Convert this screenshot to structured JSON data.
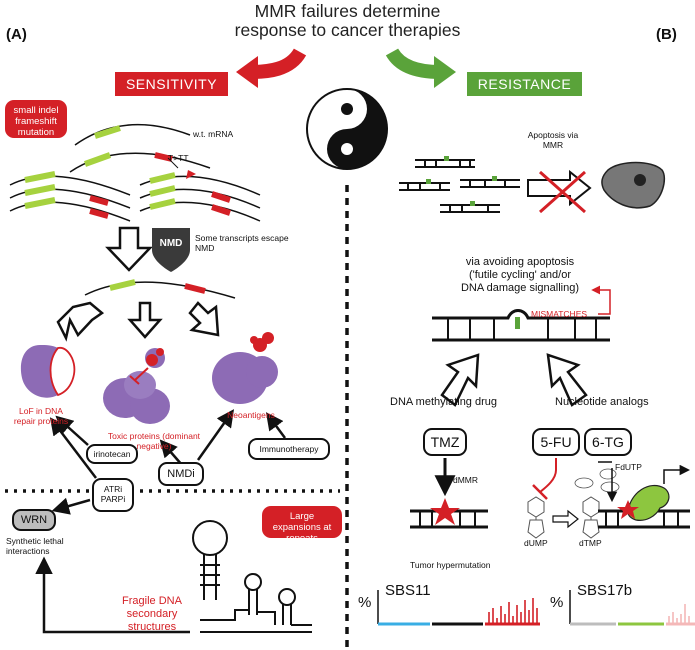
{
  "title_line1": "MMR failures determine",
  "title_line2": "response to cancer therapies",
  "panel_a": "(A)",
  "panel_b": "(B)",
  "sensitivity": "SENSITIVITY",
  "resistance": "RESISTANCE",
  "colors": {
    "red": "#d42026",
    "green": "#5aa33a",
    "purple": "#8d6bb5",
    "lime": "#a6d23f",
    "blue": "#38aee4",
    "grey": "#bdbdbd"
  },
  "left": {
    "indel_pill": "small indel frameshift mutation",
    "wt_mrna": "w.t. mRNA",
    "mutation": "T>TT",
    "nmd": "NMD",
    "escape": "Some transcripts escape NMD",
    "lof": "LoF in DNA repair proteins",
    "toxic": "Toxic proteins (dominant negative)",
    "neoantigens": "Neoantigens",
    "irinotecan": "irinotecan",
    "nmdi": "NMDi",
    "immunotherapy": "Immunotherapy",
    "atri": "ATRi",
    "parpi": "PARPi",
    "wrn": "WRN",
    "synthetic": "Synthetic lethal interactions",
    "large_pill": "Large expansions at repeats",
    "fragile": "Fragile DNA secondary structures"
  },
  "right": {
    "apoptosis_mmr": "Apoptosis via MMR",
    "avoid_line1": "via avoiding apoptosis",
    "avoid_line2": "('futile cycling' and/or",
    "avoid_line3": "DNA damage signalling)",
    "mismatches": "MISMATCHES",
    "dna_meth": "DNA methylating drug",
    "nucleotide": "Nucleotide analogs",
    "tmz": "TMZ",
    "fu": "5-FU",
    "tg": "6-TG",
    "dmmr": "dMMR",
    "fdutp": "FdUTP",
    "dump": "dUMP",
    "dtmp": "dTMP",
    "hyper": "Tumor hypermutation",
    "pct": "%",
    "sbs11": "SBS11",
    "sbs17b": "SBS17b"
  }
}
